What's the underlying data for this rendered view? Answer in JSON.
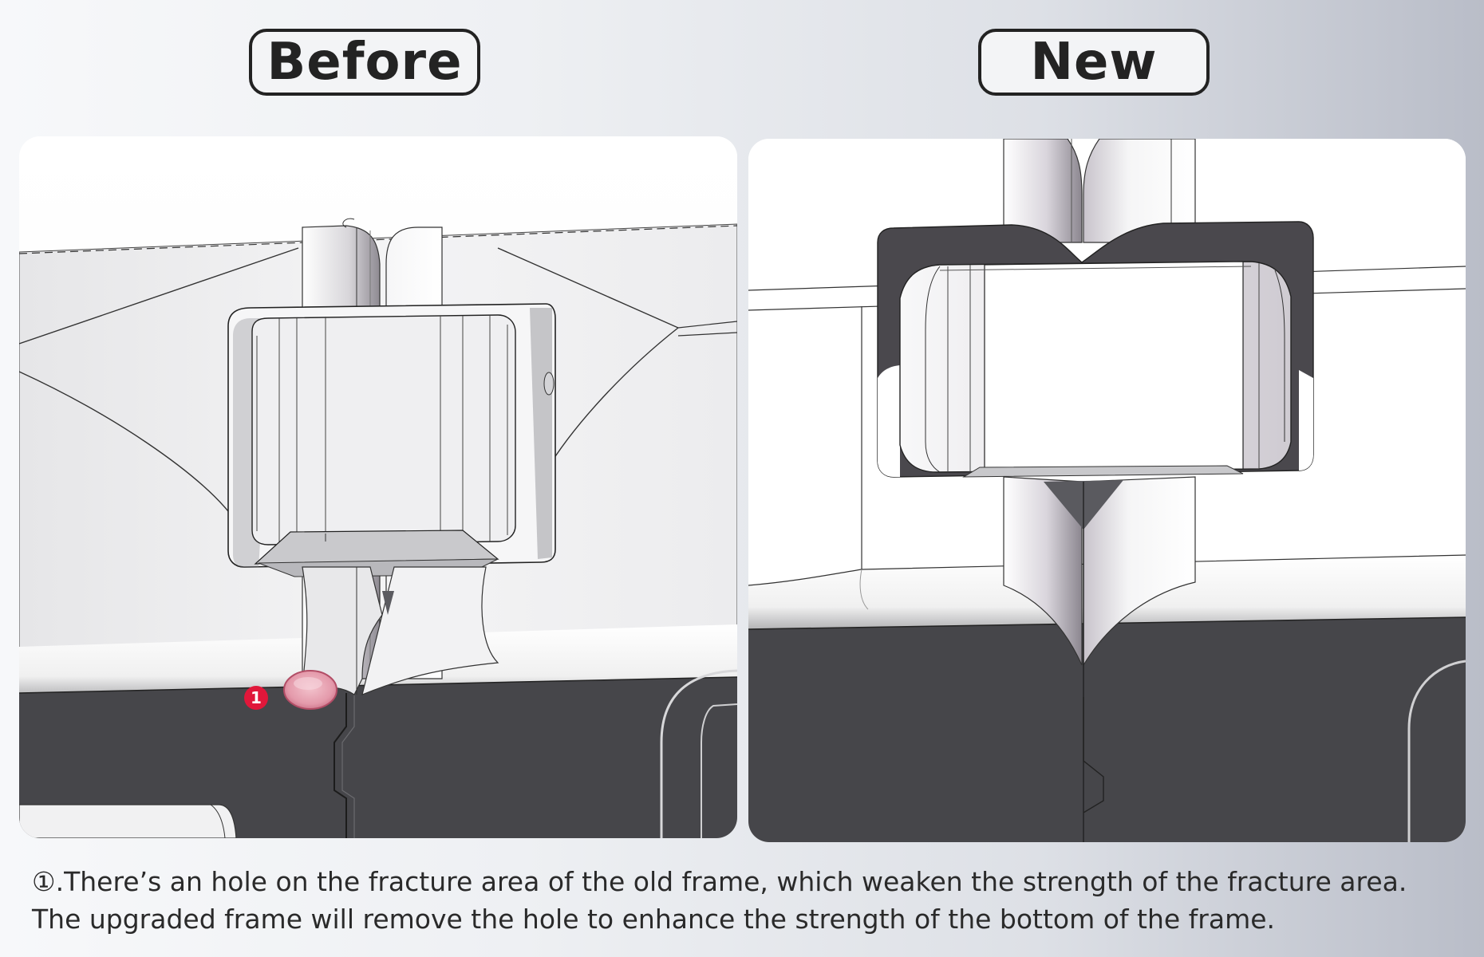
{
  "labels": {
    "before": "Before",
    "new": "New"
  },
  "marker": {
    "number": "1"
  },
  "caption": {
    "line1": "①.There’s an hole on the fracture area of the old frame, which weaken the strength of the fracture area.",
    "line2": "The upgraded frame will remove the hole to enhance the strength of the bottom of the frame."
  },
  "colors": {
    "frame_dark": "#46464a",
    "marker_red": "#e0173a",
    "hole_pink": "#e8a5b3"
  }
}
